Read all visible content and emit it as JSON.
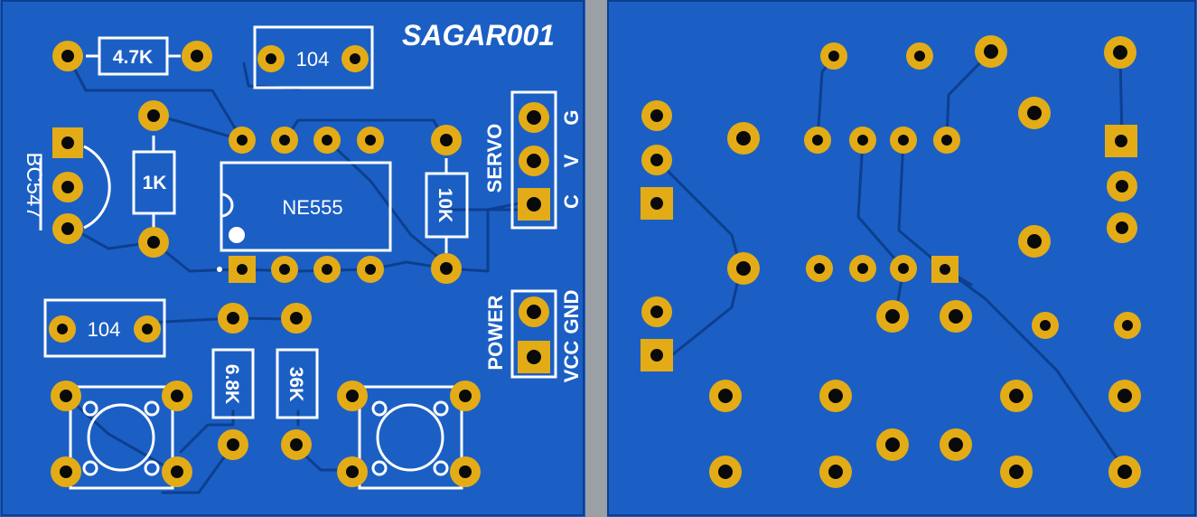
{
  "boards": {
    "top": {
      "brand": "SAGAR001",
      "resistors": {
        "r1": "4.7K",
        "r2": "1K",
        "r3": "10K",
        "r4": "6.8K",
        "r5": "36K"
      },
      "capacitors": {
        "c1": "104",
        "c2": "104"
      },
      "transistor": "BC547",
      "ic": "NE555",
      "servo_header": {
        "title": "SERVO",
        "pins": [
          "G",
          "V",
          "C"
        ]
      },
      "power_header": {
        "title": "POWER",
        "pin_top": "GND",
        "pin_bottom": "VCC"
      }
    }
  },
  "colors": {
    "board": "#1b5fc4",
    "board_edge": "#0d3f8f",
    "trace": "#0d3f8f",
    "pad": "#e3ac16",
    "hole": "#0a0a0a",
    "silk": "#ffffff"
  }
}
